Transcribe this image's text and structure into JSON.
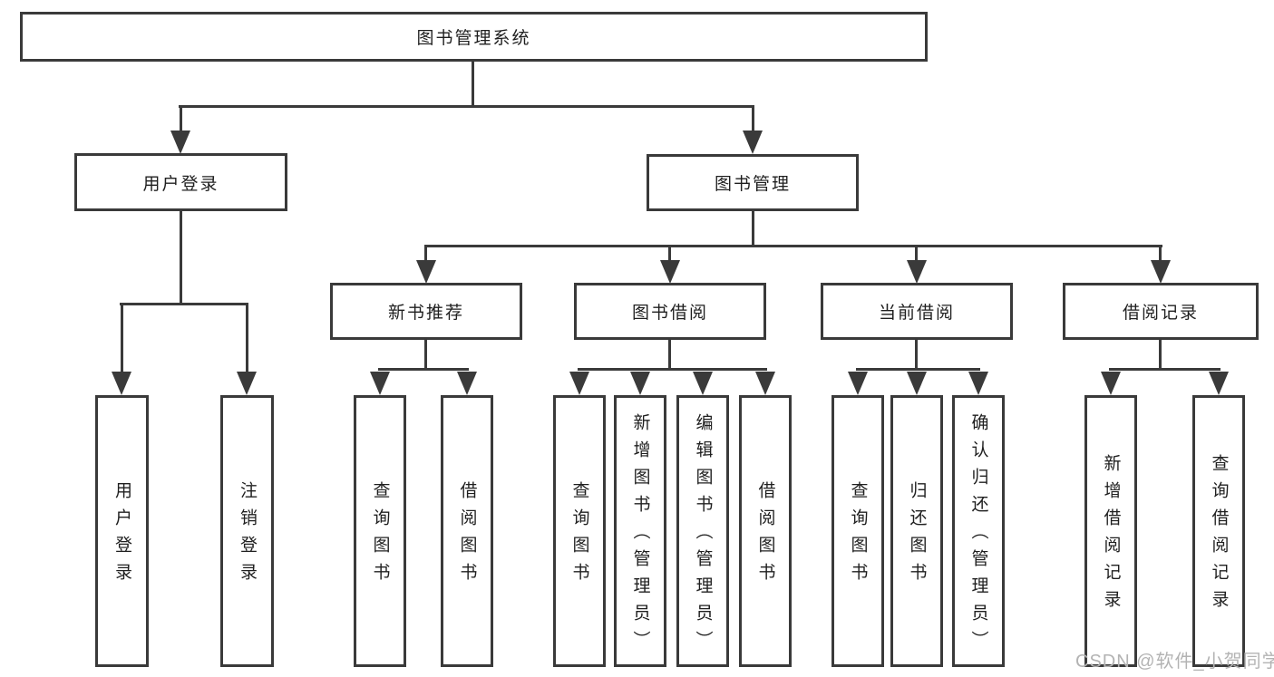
{
  "tree": {
    "label": "图书管理系统",
    "children": [
      {
        "label": "用户登录",
        "children": [
          {
            "label": "用户登录"
          },
          {
            "label": "注销登录"
          }
        ]
      },
      {
        "label": "图书管理",
        "children": [
          {
            "label": "新书推荐",
            "children": [
              {
                "label": "查询图书"
              },
              {
                "label": "借阅图书"
              }
            ]
          },
          {
            "label": "图书借阅",
            "children": [
              {
                "label": "查询图书"
              },
              {
                "label": "新增图书（管理员）"
              },
              {
                "label": "编辑图书（管理员）"
              },
              {
                "label": "借阅图书"
              }
            ]
          },
          {
            "label": "当前借阅",
            "children": [
              {
                "label": "查询图书"
              },
              {
                "label": "归还图书"
              },
              {
                "label": "确认归还（管理员）"
              }
            ]
          },
          {
            "label": "借阅记录",
            "children": [
              {
                "label": "新增借阅记录"
              },
              {
                "label": "查询借阅记录"
              }
            ]
          }
        ]
      }
    ]
  },
  "watermark": "CSDN @软件_小贺同学",
  "colors": {
    "line": "#3a3a3a",
    "text": "#1f1f1f",
    "watermark": "#b3b3b3",
    "background": "#ffffff"
  }
}
